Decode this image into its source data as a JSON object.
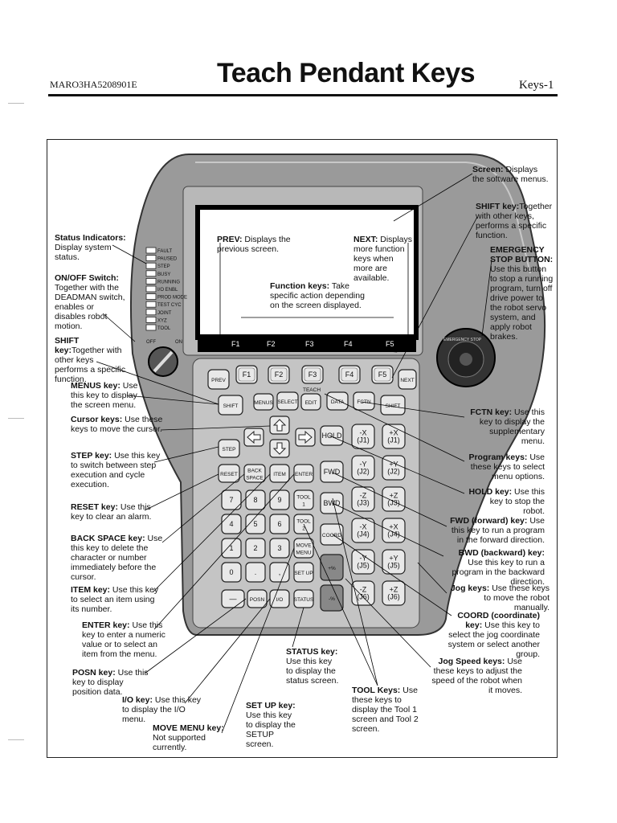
{
  "header": {
    "doc_code": "MARO3HA5208901E",
    "title": "Teach Pendant Keys",
    "page": "Keys-1"
  },
  "screen": {
    "prev_title": "PREV:",
    "prev_text": " Displays the previous screen.",
    "next_title": "NEXT:",
    "next_text": " Displays more function keys when more are available.",
    "fn_title": "Function keys:",
    "fn_text": " Take specific action depending on the screen displayed.",
    "softkeys": [
      "F1",
      "F2",
      "F3",
      "F4",
      "F5"
    ]
  },
  "status_indicators": [
    "FAULT",
    "PAUSED",
    "STEP",
    "BUSY",
    "RUNNING",
    "I/O ENBL",
    "PROD MODE",
    "TEST CYC",
    "JOINT",
    "XYZ",
    "TOOL"
  ],
  "switch": {
    "off": "OFF",
    "on": "ON"
  },
  "estop": {
    "label": "EMERGENCY STOP"
  },
  "keys": {
    "prev": "PREV",
    "next": "NEXT",
    "f": [
      "F1",
      "F2",
      "F3",
      "F4",
      "F5"
    ],
    "teach": "TEACH",
    "shift": "SHIFT",
    "menus": "MENUS",
    "select": "SELECT",
    "edit": "EDIT",
    "data": "DATA",
    "fctn": "FCTN",
    "step": "STEP",
    "reset": "RESET",
    "back": "BACK",
    "space": "SPACE",
    "item": "ITEM",
    "enter": "ENTER",
    "hold": "HOLD",
    "fwd": "FWD",
    "bwd": "BWD",
    "coord": "COORD",
    "tool": "TOOL",
    "tool1": "1",
    "tool2": "2",
    "move": "MOVE",
    "menu": "MENU",
    "setup": "SET UP",
    "posn": "POSN",
    "io": "I/O",
    "status": "STATUS",
    "pct": "+%",
    "mpct": "-%",
    "minus": "—",
    "digits": [
      "7",
      "8",
      "9",
      "4",
      "5",
      "6",
      "1",
      "2",
      "3",
      "0",
      ".",
      ","
    ],
    "jog": [
      [
        "-X",
        "(J1)",
        "+X",
        "(J1)"
      ],
      [
        "-Y",
        "(J2)",
        "+Y",
        "(J2)"
      ],
      [
        "-Z",
        "(J3)",
        "+Z",
        "(J3)"
      ],
      [
        "-X",
        "(J4)",
        "+X",
        "(J4)"
      ],
      [
        "-Y",
        "(J5)",
        "+Y",
        "(J5)"
      ],
      [
        "-Z",
        "(J6)",
        "+Z",
        "(J6)"
      ]
    ]
  },
  "callouts": {
    "screen": {
      "title": "Screen:",
      "text": " Displays the software menus."
    },
    "shift_right": {
      "title": "SHIFT key:",
      "text": "Together with other keys, performs a specific function."
    },
    "estop": {
      "title": "EMERGENCY STOP BUTTON:",
      "text": " Use this button to stop a running program, turn off drive power to the robot servo system, and apply robot brakes."
    },
    "status_ind": {
      "title": "Status Indicators:",
      "text": " Display system status."
    },
    "onoff": {
      "title": "ON/OFF Switch:",
      "text": " Together with the DEADMAN switch, enables or disables robot motion."
    },
    "shift_left": {
      "title": "SHIFT key:",
      "text": "Together with other keys performs a specific function."
    },
    "menus": {
      "title": "MENUS key:",
      "text": " Use this key to display the screen menu."
    },
    "cursor": {
      "title": "Cursor keys:",
      "text": " Use these keys to move the cursor."
    },
    "step": {
      "title": "STEP key:",
      "text": " Use this key to switch between step execution and cycle execution."
    },
    "reset": {
      "title": "RESET key:",
      "text": " Use this key to clear an alarm."
    },
    "backspace": {
      "title": "BACK SPACE key:",
      "text": " Use this key to delete the character or number immediately before the cursor."
    },
    "item": {
      "title": "ITEM key:",
      "text": " Use this key to select an item using its number."
    },
    "enter": {
      "title": "ENTER key:",
      "text": " Use this key to enter a numeric value or to select an item from the menu."
    },
    "posn": {
      "title": "POSN key:",
      "text": " Use this key to display position data."
    },
    "io": {
      "title": "I/O key:",
      "text": " Use this key to display the I/O menu."
    },
    "movemenu": {
      "title": "MOVE MENU key:",
      "text": " Not supported currently."
    },
    "setup": {
      "title": "SET UP key:",
      "text": " Use this key to display the SETUP screen."
    },
    "status": {
      "title": "STATUS key:",
      "text": " Use this key to display the status screen."
    },
    "tool": {
      "title": "TOOL Keys:",
      "text": " Use these keys to display the Tool 1 screen and Tool 2 screen."
    },
    "fctn": {
      "title": "FCTN key:",
      "text": " Use this key to display the supplementary menu."
    },
    "program": {
      "title": "Program keys:",
      "text": " Use these keys to select menu options."
    },
    "hold": {
      "title": "HOLD key:",
      "text": " Use this key to stop the robot."
    },
    "fwd": {
      "title": "FWD (forward) key:",
      "text": " Use this key to run a program in the forward direction."
    },
    "bwd": {
      "title": "BWD (backward) key:",
      "text": " Use this key to run a program in the backward direction."
    },
    "jog": {
      "title": "Jog keys:",
      "text": " Use these keys to move the robot manually."
    },
    "coord": {
      "title": "COORD (coordinate) key:",
      "text": " Use this key to select the jog coordinate system or select another group."
    },
    "jogspeed": {
      "title": "Jog Speed keys:",
      "text": " Use these keys to adjust the speed of the robot when it moves."
    }
  }
}
